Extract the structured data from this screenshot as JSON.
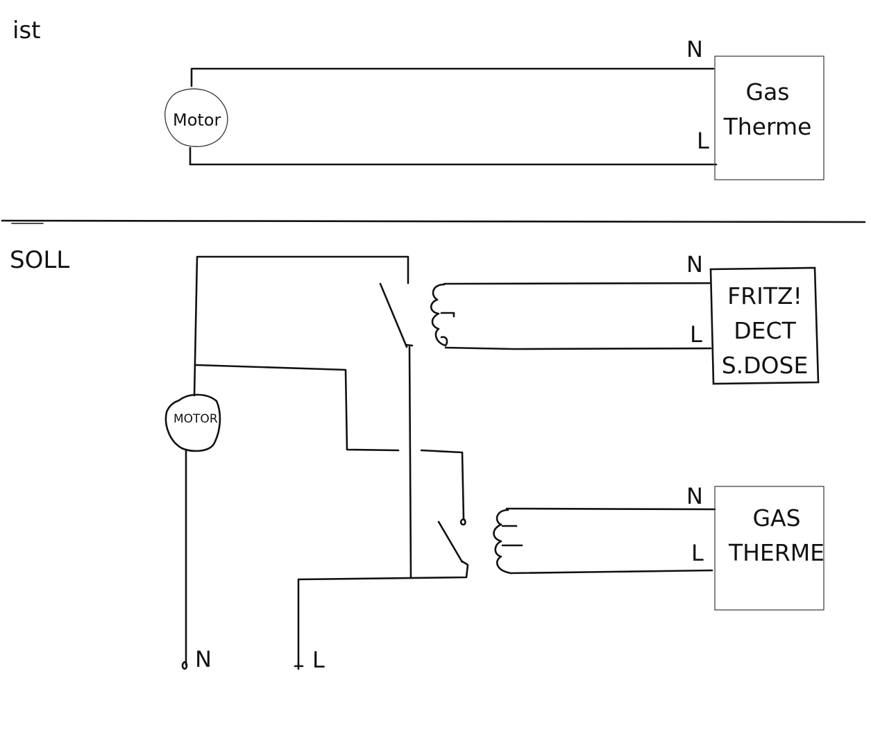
{
  "sections": {
    "ist": {
      "label": "ist"
    },
    "soll": {
      "label": "SOLL"
    }
  },
  "ist_diagram": {
    "motor": {
      "label": "Motor"
    },
    "device": {
      "line1": "Gas",
      "line2": "Therme"
    },
    "pins": {
      "n": "N",
      "l": "L"
    }
  },
  "soll_diagram": {
    "motor": {
      "label": "MOTOR"
    },
    "fritz": {
      "line1": "FRITZ!",
      "line2": "DECT",
      "line3": "S.DOSE"
    },
    "fritz_pins": {
      "n": "N",
      "l": "L"
    },
    "gas": {
      "line1": "GAS",
      "line2": "THERME"
    },
    "gas_pins": {
      "n": "N",
      "l": "L"
    },
    "supply": {
      "n": "N",
      "l": "L"
    }
  },
  "colors": {
    "ink": "#111111",
    "background": "#ffffff"
  }
}
